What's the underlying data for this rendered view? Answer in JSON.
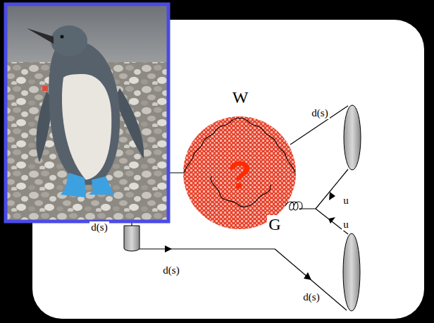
{
  "diagram": {
    "nodes": [
      {
        "text": [
          "?"
        ]
      }
    ],
    "labels": [
      "W",
      "d(s)",
      "u",
      "u",
      "G",
      "d(s)",
      "d(s)",
      "d(s)"
    ]
  }
}
